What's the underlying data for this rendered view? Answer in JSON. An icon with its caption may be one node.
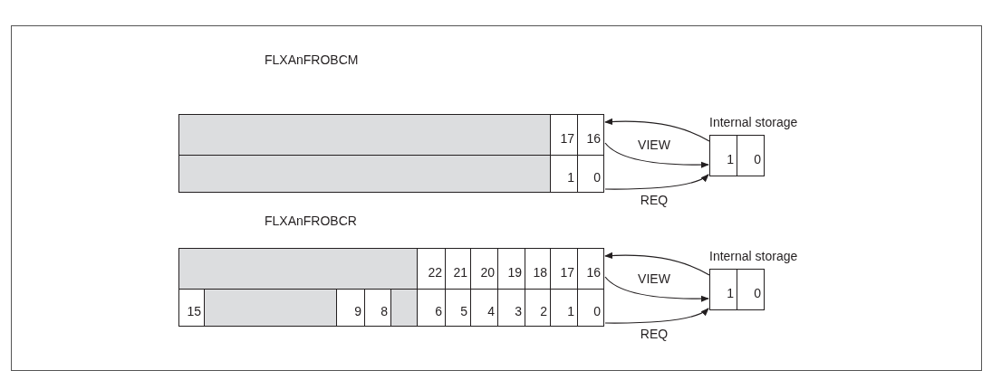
{
  "diagram": {
    "nodes": [
      {
        "text": [
          "FLXAnFROBCM"
        ]
      },
      {
        "text": [],
        "shape": "box",
        "in": 0
      },
      {
        "text": [
          "17"
        ],
        "in": 0
      },
      {
        "text": [
          "16"
        ],
        "in": 0
      },
      {
        "text": [],
        "shape": "box",
        "in": 0
      },
      {
        "text": [
          "1"
        ],
        "in": 0
      },
      {
        "text": [
          "0"
        ],
        "in": 0
      },
      {
        "text": [
          "Internal storage"
        ]
      },
      {
        "text": [
          "1"
        ],
        "in": 7
      },
      {
        "text": [
          "0"
        ],
        "in": 7
      },
      {
        "text": [
          "FLXAnFROBCR"
        ]
      },
      {
        "text": [],
        "shape": "box",
        "in": 10
      },
      {
        "text": [
          "22"
        ],
        "in": 10
      },
      {
        "text": [
          "21"
        ],
        "in": 10
      },
      {
        "text": [
          "20"
        ],
        "in": 10
      },
      {
        "text": [
          "19"
        ],
        "in": 10
      },
      {
        "text": [
          "18"
        ],
        "in": 10
      },
      {
        "text": [
          "17"
        ],
        "in": 10
      },
      {
        "text": [
          "16"
        ],
        "in": 10
      },
      {
        "text": [
          "15"
        ],
        "in": 10
      },
      {
        "text": [],
        "shape": "box",
        "in": 10
      },
      {
        "text": [
          "9"
        ],
        "in": 10
      },
      {
        "text": [
          "8"
        ],
        "in": 10
      },
      {
        "text": [],
        "shape": "box",
        "in": 10
      },
      {
        "text": [
          "6"
        ],
        "in": 10
      },
      {
        "text": [
          "5"
        ],
        "in": 10
      },
      {
        "text": [
          "4"
        ],
        "in": 10
      },
      {
        "text": [
          "3"
        ],
        "in": 10
      },
      {
        "text": [
          "2"
        ],
        "in": 10
      },
      {
        "text": [
          "1"
        ],
        "in": 10
      },
      {
        "text": [
          "0"
        ],
        "in": 10
      },
      {
        "text": [
          "Internal storage"
        ]
      },
      {
        "text": [
          "1"
        ],
        "in": 31
      },
      {
        "text": [
          "0"
        ],
        "in": 31
      }
    ],
    "edges": [
      {
        "from": 7,
        "to": 3,
        "arrow": "to"
      },
      {
        "from": 3,
        "to": 7,
        "arrow": "to",
        "label": "VIEW"
      },
      {
        "from": 6,
        "to": 7,
        "arrow": "to",
        "label": "REQ"
      },
      {
        "from": 31,
        "to": 18,
        "arrow": "to"
      },
      {
        "from": 18,
        "to": 31,
        "arrow": "to",
        "label": "VIEW"
      },
      {
        "from": 30,
        "to": 31,
        "arrow": "to",
        "label": "REQ"
      }
    ]
  }
}
